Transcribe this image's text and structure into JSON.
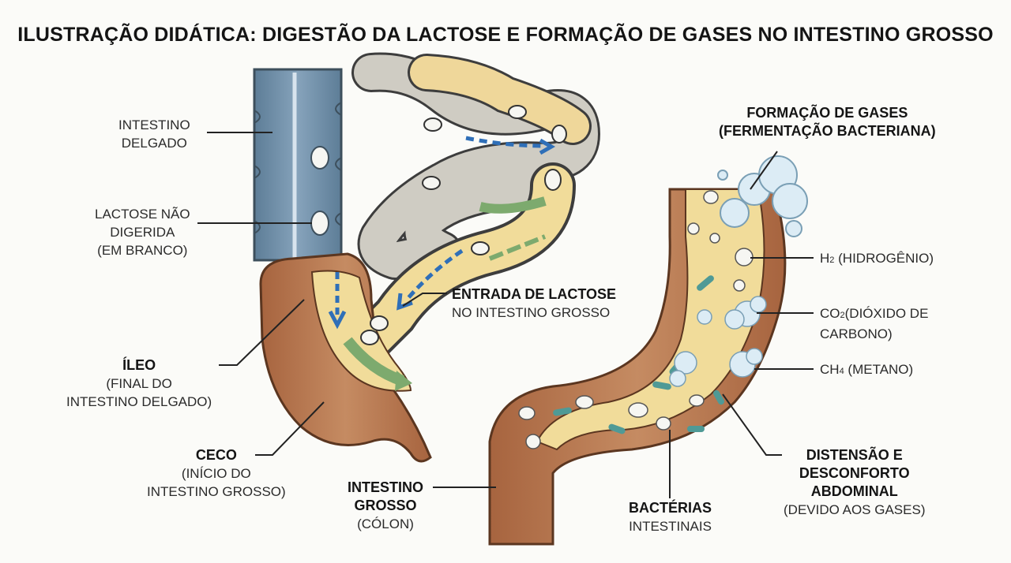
{
  "title": "ILUSTRAÇÃO DIDÁTICA: DIGESTÃO DA LACTOSE E FORMAÇÃO DE GASES NO INTESTINO GROSSO",
  "labels": {
    "small_intestine": [
      "INTESTINO",
      "DELGADO"
    ],
    "undigested_lactose": [
      "LACTOSE NÃO",
      "DIGERIDA",
      "(EM BRANCO)"
    ],
    "ileum_title": "ÍLEO",
    "ileum_desc": [
      "(FINAL DO",
      "INTESTINO DELGADO)"
    ],
    "cecum_title": "CECO",
    "cecum_desc": [
      "(INÍCIO DO",
      "INTESTINO GROSSO)"
    ],
    "large_intestine_title": [
      "INTESTINO",
      "GROSSO"
    ],
    "large_intestine_desc": "(CÓLON)",
    "lactose_entry_title": "ENTRADA DE LACTOSE",
    "lactose_entry_desc": "NO INTESTINO GROSSO",
    "gas_formation": [
      "FORMAÇÃO DE GASES",
      "(FERMENTAÇÃO BACTERIANA)"
    ],
    "h2": {
      "formula": "H",
      "sub": "2",
      "name": " (HIDROGÊNIO)"
    },
    "co2": {
      "formula": "CO",
      "sub": "2",
      "name": "(DIÓXIDO DE",
      "name2": "CARBONO)"
    },
    "ch4": {
      "formula": "CH",
      "sub": "4",
      "name": " (METANO)"
    },
    "distension_title": [
      "DISTENSÃO E",
      "DESCONFORTO",
      "ABDOMINAL"
    ],
    "distension_desc": "(DEVIDO AOS GASES)",
    "bacteria": [
      "BACTÉRIAS",
      "INTESTINAIS"
    ]
  },
  "colors": {
    "small_intestine_blue": "#6f8ea8",
    "small_intestine_gray": "#c9c9c4",
    "intestine_yellow": "#f1dc9a",
    "cecum_brown": "#b9774f",
    "arrow_blue": "#2f6fb8",
    "arrow_green": "#7daa6e",
    "bacteria_teal": "#4f9a96",
    "gas_cloud": "#dcecf5"
  }
}
